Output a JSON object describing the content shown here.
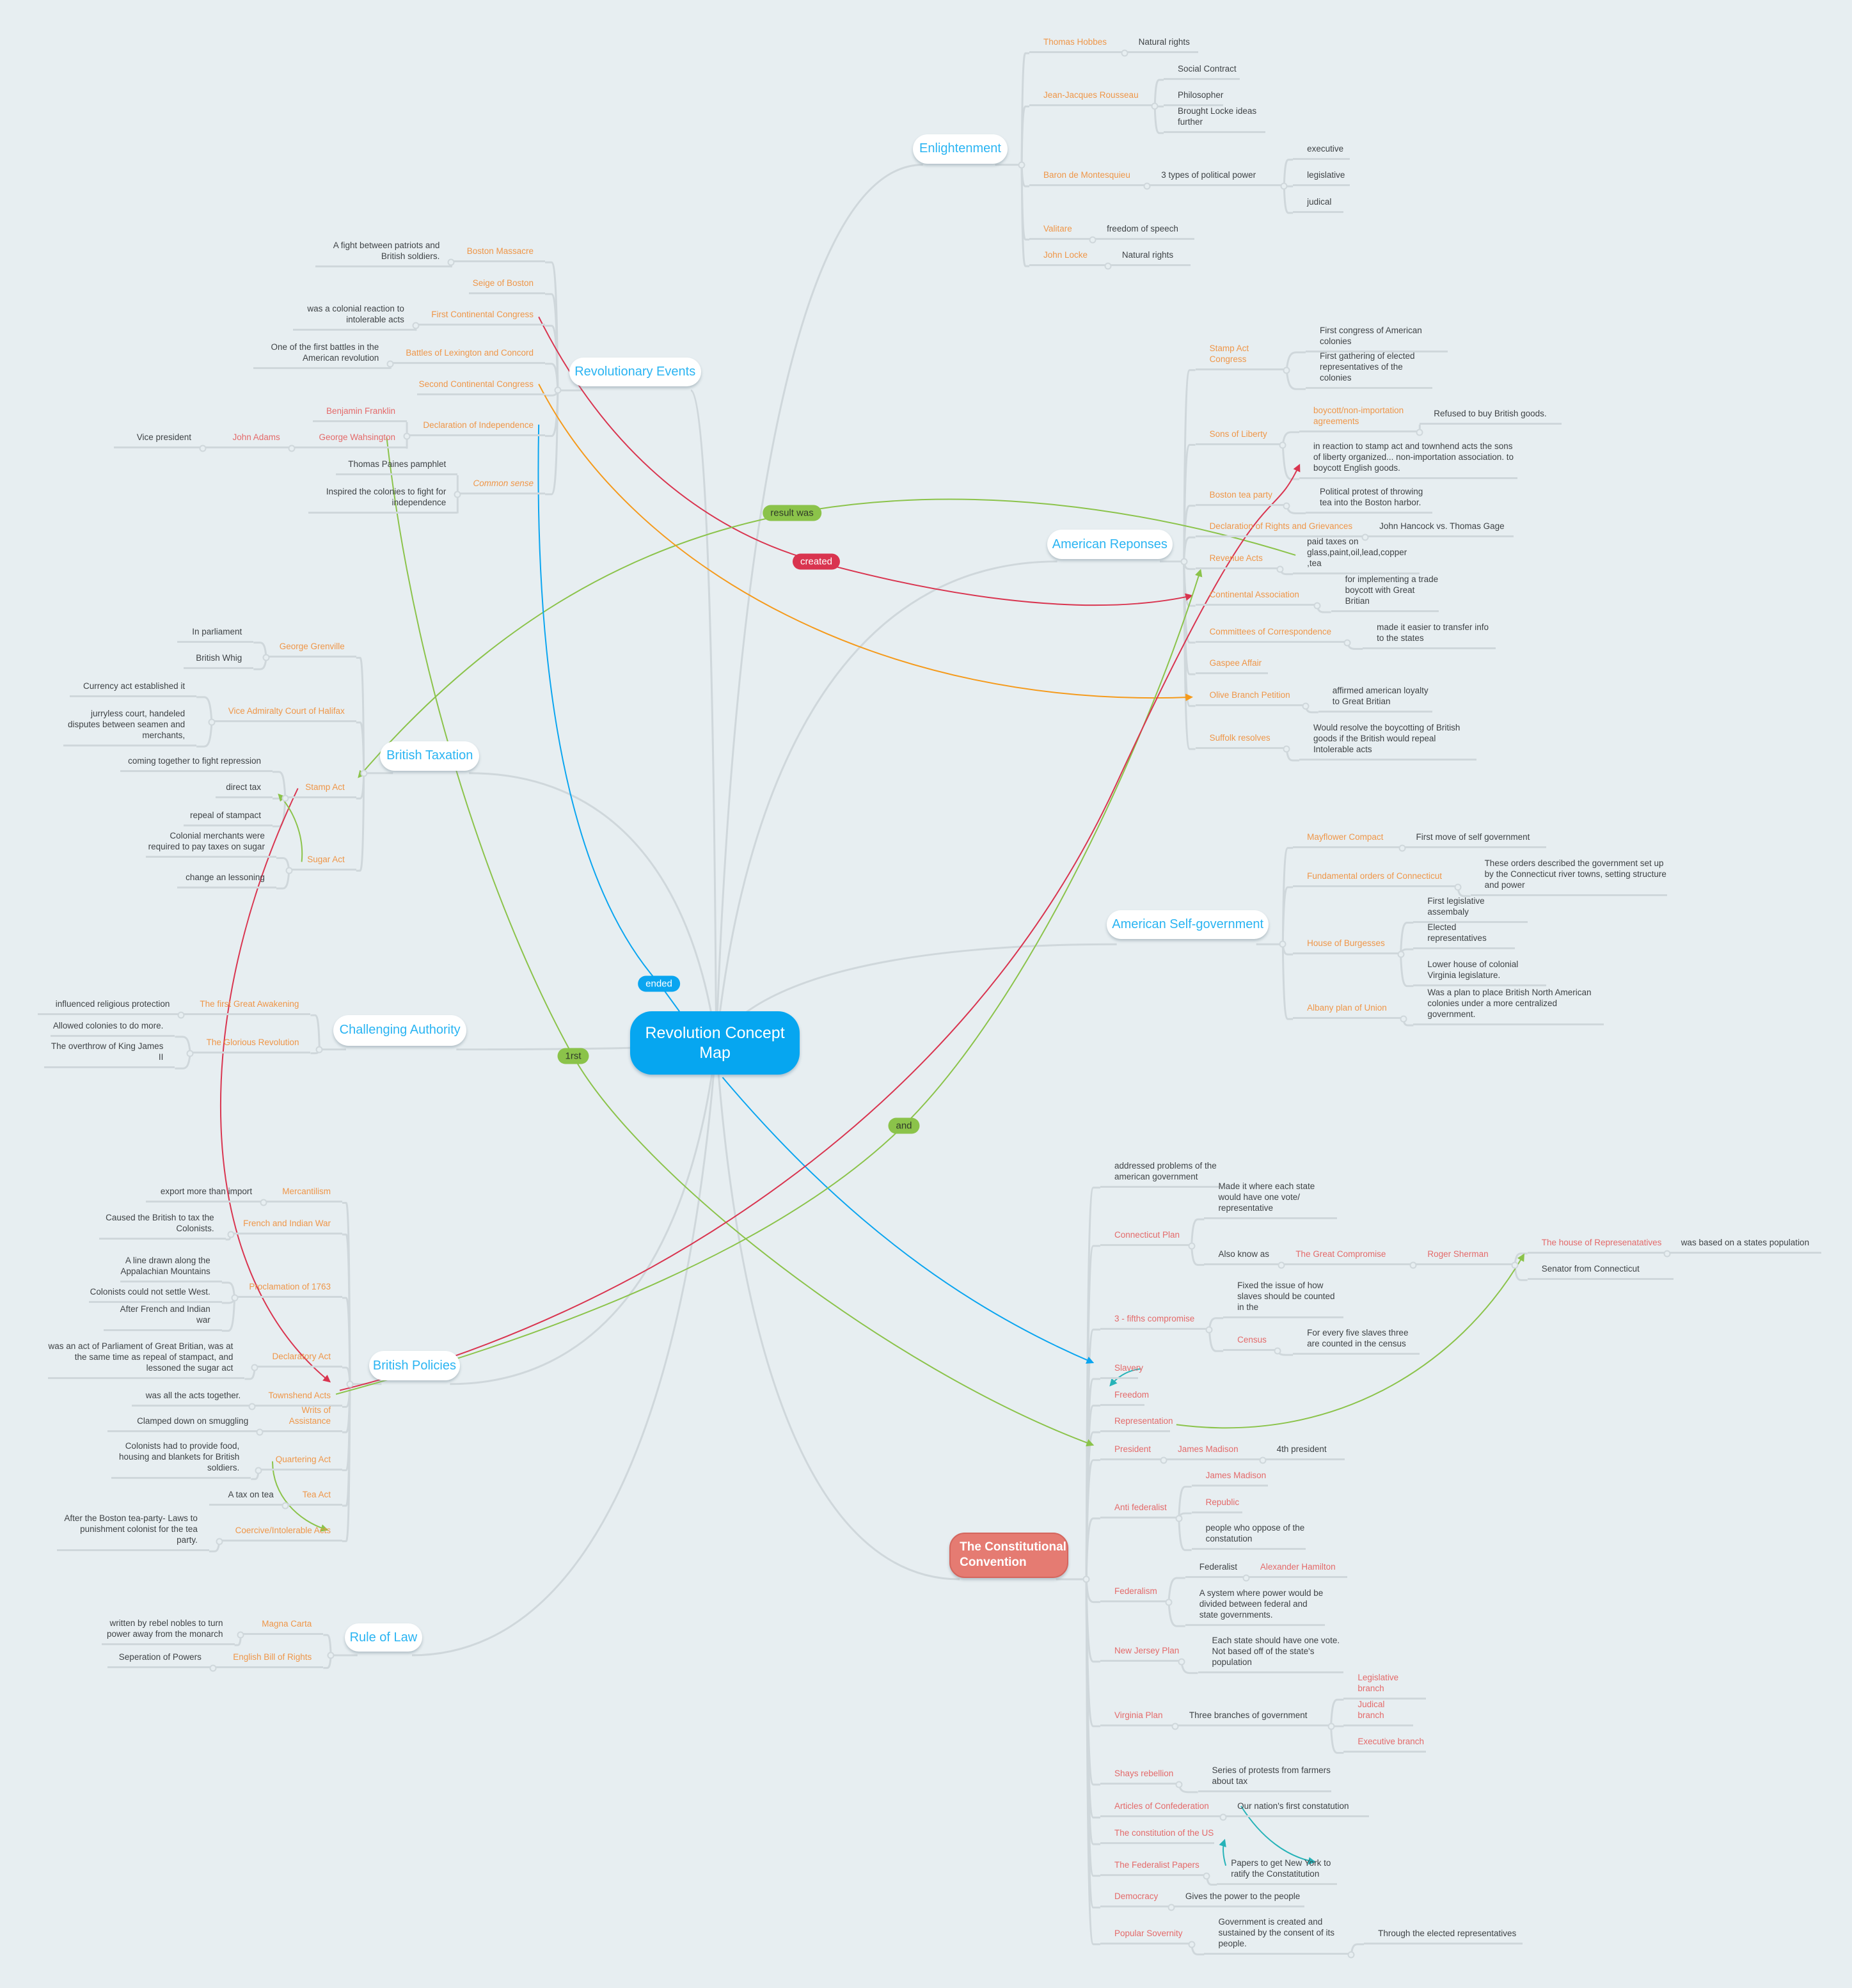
{
  "center": "Revolution Concept Map",
  "topics": {
    "enl": "Enlightenment",
    "rev": "Revolutionary Events",
    "ar": "American Reponses",
    "bt": "British Taxation",
    "sg": "American Self-government",
    "ca": "Challenging Authority",
    "bp": "British Policies",
    "rl": "Rule of Law",
    "cc": "The Constitutional Convention"
  },
  "relations": {
    "result_was": "result was",
    "created": "created",
    "ended": "ended",
    "first": "1rst",
    "and": "and"
  },
  "colors": {
    "center": "#06a6f0",
    "topic_text": "#2ab4f2",
    "branch": "#ef9648",
    "convention": "#e57b72",
    "link_red": "#d9344f",
    "link_green": "#8bc34a",
    "link_orange": "#f59a1b",
    "link_blue": "#0aa5f0",
    "link_teal": "#26b3b8"
  },
  "enl": {
    "hobbes": "Thomas Hobbes",
    "hobbes_1": "Natural rights",
    "rousseau": "Jean-Jacques Rousseau",
    "rousseau_1": "Social Contract",
    "rousseau_2": "Philosopher",
    "rousseau_3": "Brought Locke ideas further",
    "montesquieu": "Baron de Montesquieu",
    "montesquieu_1": "3 types of political power",
    "power_1": "executive",
    "power_2": "legislative",
    "power_3": "judical",
    "voltaire": "Valitare",
    "voltaire_1": "freedom of speech",
    "locke": "John Locke",
    "locke_1": "Natural rights"
  },
  "rev": {
    "massacre": "Boston Massacre",
    "massacre_1": "A fight between patriots and British soldiers.",
    "siege": "Seige of Boston",
    "first_cc": "First Continental Congress",
    "first_cc_1": "was a colonial reaction to intolerable acts",
    "lexington": "Battles of Lexington and Concord",
    "lexington_1": "One of the first battles in the American revolution",
    "second_cc": "Second Continental Congress",
    "declaration": "Declaration of Independence",
    "franklin": "Benjamin Franklin",
    "washington": "George Wahsington",
    "adams": "John Adams",
    "adams_1": "Vice president",
    "common_sense": "Common sense",
    "common_sense_1": "Thomas Paines pamphlet",
    "common_sense_2": "Inspired the colonies to fight for independence"
  },
  "ar": {
    "stamp_congress": "Stamp Act Congress",
    "stamp_congress_1": "First congress of American colonies",
    "stamp_congress_2": "First gathering of elected representatives of the colonies",
    "sons": "Sons of Liberty",
    "boycott": "boycott/non-importation agreements",
    "boycott_1": "Refused to buy British goods.",
    "sons_2": "in reaction to stamp act and townhend acts the sons of liberty organized... non-importation association. to boycott English goods.",
    "tea_party": "Boston tea party",
    "tea_party_1": "Political protest of throwing tea into the Boston harbor.",
    "rights": "Declaration of Rights and Grievances",
    "rights_1": "John Hancock vs. Thomas Gage",
    "revenue": "Revenue Acts",
    "revenue_1": "paid taxes on glass,paint,oil,lead,copper ,tea",
    "continental": "Continental Association",
    "continental_1": "for implementing a trade boycott with Great Britian",
    "committees": "Committees of Correspondence",
    "committees_1": "made it easier to transfer info to the states",
    "gaspee": "Gaspee Affair",
    "olive": "Olive Branch Petition",
    "olive_1": "affirmed american loyalty to Great Britian",
    "suffolk": "Suffolk resolves",
    "suffolk_1": "Would resolve the boycotting of British goods if  the British would repeal Intolerable acts"
  },
  "bt": {
    "grenville": "George Grenville",
    "grenville_1": "In parliament",
    "grenville_2": "British Whig",
    "vice": "Vice Admiralty Court of Halifax",
    "vice_1": "Currency act established it",
    "vice_2": "jurryless court, handeled disputes between seamen and merchants,",
    "stamp": "Stamp Act",
    "stamp_1": "coming together to fight repression",
    "stamp_2": "direct tax",
    "stamp_3": "repeal of stampact",
    "sugar": "Sugar Act",
    "sugar_1": "Colonial merchants were required to pay taxes on sugar",
    "sugar_2": "change an lessoning"
  },
  "ca": {
    "awakening": "The first Great Awakening",
    "awakening_1": "influenced religious protection",
    "glorious": "The Glorious Revolution",
    "glorious_1": "Allowed colonies to do more.",
    "glorious_2": "The overthrow of King James II"
  },
  "bp": {
    "mercantilism": "Mercantilism",
    "mercantilism_1": "export more than import",
    "french": "French and Indian War",
    "french_1": "Caused the British to tax the Colonists.",
    "proclamation": "Proclamation of 1763",
    "proclamation_1": "A line drawn along the Appalachian Mountains",
    "proclamation_2": "Colonists could not settle West.",
    "proclamation_3": "After French and Indian war",
    "declaratory": "Declaratory Act",
    "declaratory_1": "was an act of Parliament of Great Britian, was at the same time as repeal of stampact, and lessoned the sugar act",
    "townshend": "Townshend Acts",
    "townshend_1": "was all the acts together.",
    "writs": "Writs of Assistance",
    "writs_1": "Clamped down on smuggling",
    "quartering": "Quartering Act",
    "quartering_1": "Colonists had to provide food, housing and blankets for British soldiers.",
    "tea": "Tea Act",
    "tea_1": "A tax on tea",
    "coercive": "Coercive/Intolerable Acts",
    "coercive_1": "After the Boston tea-party- Laws to punishment colonist for the tea party."
  },
  "rl": {
    "magna": "Magna Carta",
    "magna_1": "written by rebel nobles to turn power away from the monarch",
    "bill": "English Bill of Rights",
    "bill_1": "Seperation of Powers"
  },
  "sg": {
    "mayflower": "Mayflower Compact",
    "mayflower_1": "First move of self government",
    "fundamental": "Fundamental orders of Connecticut",
    "fundamental_1": "These orders described the government set up by the Connecticut river towns, setting structure and power",
    "burgesses": "House of Burgesses",
    "burgesses_1": "First legislative assembaly",
    "burgesses_2": "Elected representatives",
    "burgesses_3": "Lower house of colonial Virginia legislature.",
    "albany": "Albany plan of Union",
    "albany_1": "Was a plan to place British North American colonies under a more centralized government."
  },
  "cc": {
    "addressed": "addressed problems of the american government",
    "connecticut": "Connecticut Plan",
    "connecticut_1": "Made it where each state would have one vote/ representative",
    "also": "Also know as",
    "great": "The Great Compromise",
    "sherman": "Roger Sherman",
    "house": "The house of Represenatatives",
    "house_1": "was based on a states population",
    "senator": "Senator from Connecticut",
    "fifths": "3 - fifths compromise",
    "fifths_1": "Fixed the issue of how slaves should be counted in the",
    "census": "Census",
    "census_1": "For every five slaves three are counted in the census",
    "slavery": "Slavery",
    "freedom": "Freedom",
    "representation": "Representation",
    "president": "President",
    "president_1": "James Madison",
    "president_2": "4th president",
    "anti": "Anti federalist",
    "anti_1": "James Madison",
    "anti_2": "Republic",
    "anti_3": "people who oppose of the constatution",
    "federalism": "Federalism",
    "federalist": "Federalist",
    "hamilton": "Alexander Hamilton",
    "federalism_2": "A system where power would be divided between federal and state governments.",
    "nj": "New Jersey Plan",
    "nj_1": "Each state should have one vote. Not based off of the state's population",
    "virginia": "Virginia Plan",
    "virginia_1": "Three branches of government",
    "branch_1": "Legislative branch",
    "branch_2": "Judical branch",
    "branch_3": "Executive branch",
    "shays": "Shays rebellion",
    "shays_1": "Series of protests from farmers about tax",
    "articles": "Articles of Confederation",
    "articles_1": "Our nation's first constatution",
    "constitution": "The constitution of the US",
    "papers": "The Federalist Papers",
    "papers_1": "Papers to get New York to ratify the Constatitution",
    "democracy": "Democracy",
    "democracy_1": "Gives the power to the people",
    "sovereignty": "Popular Sovernity",
    "sovereignty_1": "Government is created and sustained by the consent of its people.",
    "sovereignty_2": "Through the elected representatives"
  }
}
